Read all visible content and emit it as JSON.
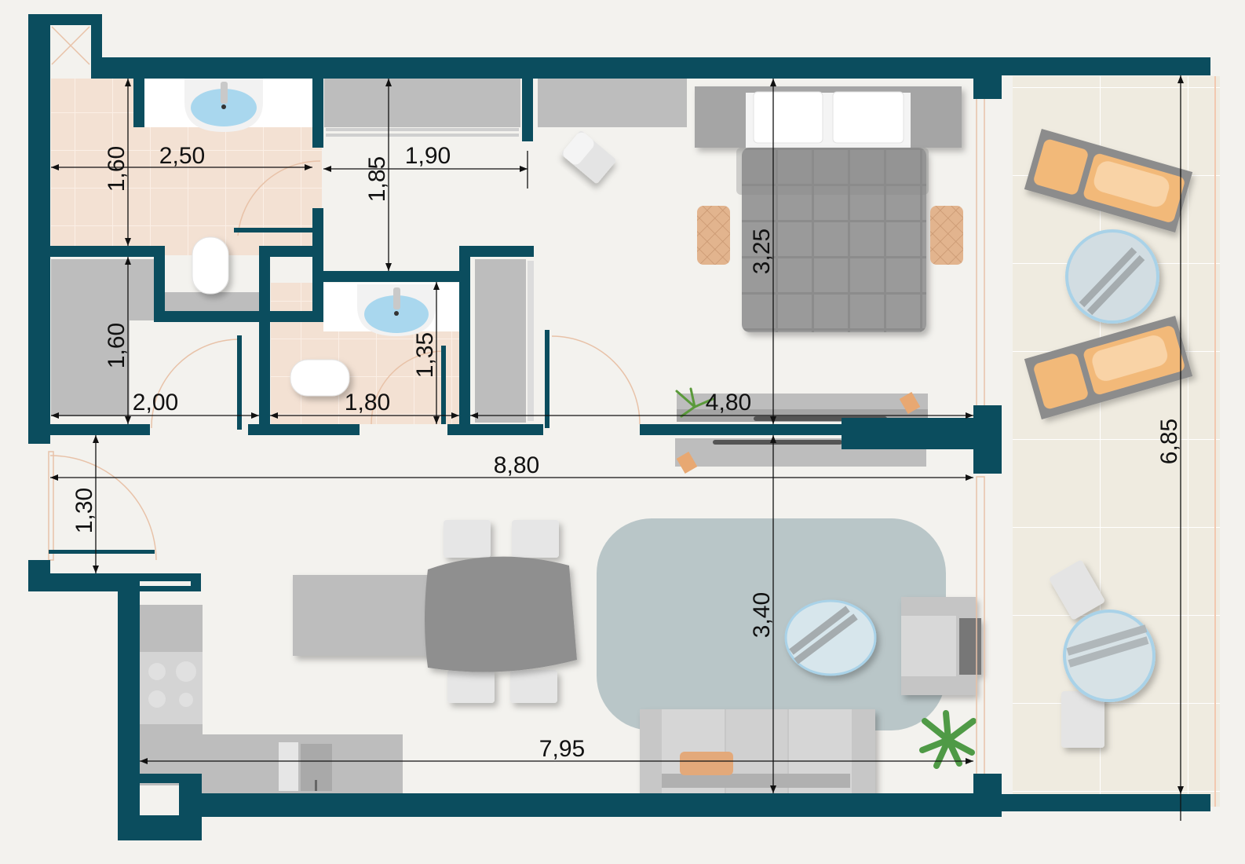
{
  "colors": {
    "background": "#f3f2ee",
    "wall": "#0b4d5e",
    "floor_tile": "#f3e1d3",
    "terrace_floor": "#efebe0",
    "furniture_gray": "#bdbdbd",
    "furniture_dark": "#8f8f8f",
    "rug": "#b9c6c8",
    "accent_orange": "#f2b979",
    "glass_blue": "#bfe0f0",
    "plant_green": "#4f9a46",
    "dimension_line": "#111111"
  },
  "rooms": [
    {
      "name": "shaft"
    },
    {
      "name": "bathroom-1"
    },
    {
      "name": "wardrobe-closet"
    },
    {
      "name": "bathroom-2"
    },
    {
      "name": "hallway-corridor"
    },
    {
      "name": "bedroom"
    },
    {
      "name": "living-room"
    },
    {
      "name": "dining-area"
    },
    {
      "name": "kitchen"
    },
    {
      "name": "terrace"
    }
  ],
  "dimensions": {
    "bath1_height": "1,60",
    "bath1_width": "2,50",
    "closet_height": "1,60",
    "closet_width": "2,00",
    "corridor_depth": "1,85",
    "corridor_width": "1,90",
    "bath2_height": "1,35",
    "bath2_width": "1,80",
    "bedroom_depth": "3,25",
    "bedroom_width": "4,80",
    "total_width": "8,80",
    "entry_width": "1,30",
    "living_depth": "3,40",
    "living_width": "7,95",
    "terrace_length": "6,85"
  }
}
